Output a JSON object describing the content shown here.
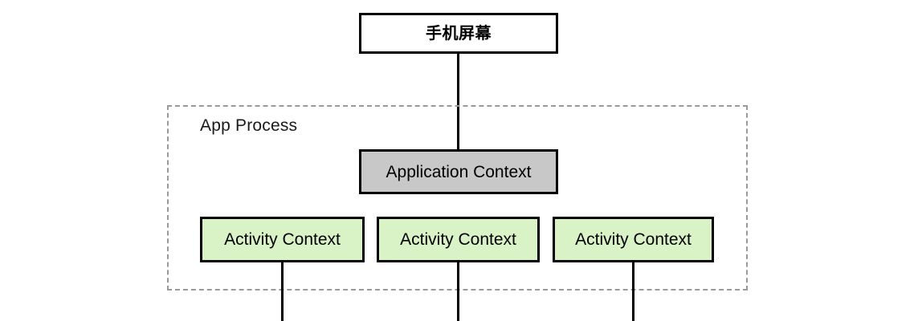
{
  "diagram": {
    "title_box": {
      "label": "手机屏幕"
    },
    "process_group": {
      "label": "App Process",
      "border_style": "dashed",
      "border_color": "#9a9a9a"
    },
    "application_context": {
      "label": "Application Context",
      "fill_color": "#c8c8c8",
      "border_color": "#000000"
    },
    "activity_contexts": [
      {
        "label": "Activity Context",
        "fill_color": "#d9f2c6",
        "border_color": "#000000"
      },
      {
        "label": "Activity Context",
        "fill_color": "#d9f2c6",
        "border_color": "#000000"
      },
      {
        "label": "Activity Context",
        "fill_color": "#d9f2c6",
        "border_color": "#000000"
      }
    ],
    "connectors": [
      {
        "name": "screen-to-application-context",
        "color": "#000000"
      },
      {
        "name": "activity-context-1-downward",
        "color": "#000000"
      },
      {
        "name": "activity-context-2-downward",
        "color": "#000000"
      },
      {
        "name": "activity-context-3-downward",
        "color": "#000000"
      }
    ]
  }
}
